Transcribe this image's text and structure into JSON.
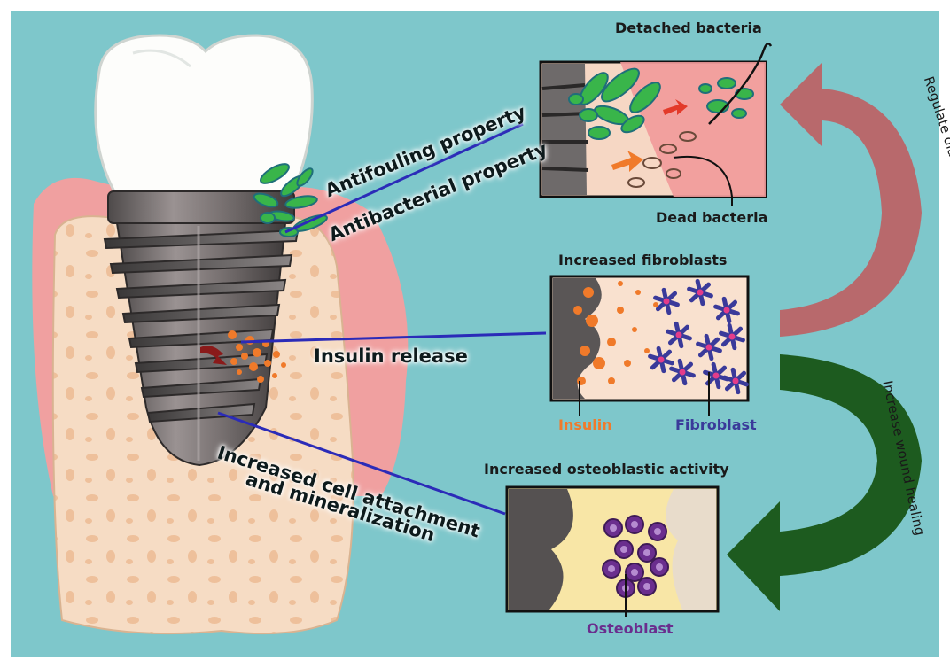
{
  "callouts": {
    "antifouling": "Antifouling property",
    "antibacterial": "Antibacterial property",
    "insulin_release": "Insulin release",
    "attachment_line1": "Increased cell attachment",
    "attachment_line2": "and mineralization"
  },
  "panels": {
    "bacteria": {
      "detached": "Detached bacteria",
      "dead": "Dead bacteria"
    },
    "fibroblasts": {
      "title": "Increased fibroblasts",
      "insulin": "Insulin",
      "fibroblast": "Fibroblast"
    },
    "osteoblasts": {
      "title": "Increased osteoblastic activity",
      "osteoblast": "Osteoblast"
    }
  },
  "arrows": {
    "upper": "Regulate diabetes-induced infection",
    "lower": "Increase wound healing"
  },
  "colors": {
    "background": "#7ec7cb",
    "gum": "#f0a0a0",
    "bone": "#f6dcc4",
    "implant": "#7d7676",
    "bacteria": "#39b54a",
    "insulin": "#f07a2a",
    "fibroblast": "#3a3a9a",
    "osteoblast": "#6a2e8e",
    "upper_arrow": "#b8696c",
    "lower_arrow": "#1d5b1f",
    "connector_line": "#2b2bb8"
  }
}
